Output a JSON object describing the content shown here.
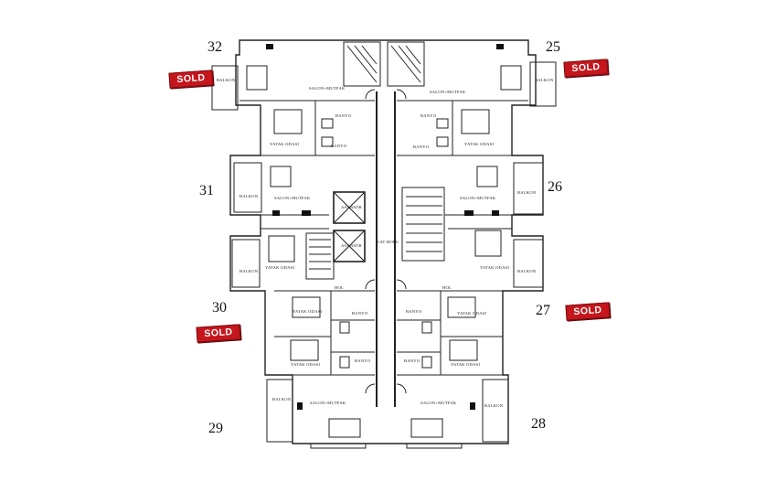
{
  "units": {
    "u32": "32",
    "u25": "25",
    "u31": "31",
    "u26": "26",
    "u30": "30",
    "u27": "27",
    "u29": "29",
    "u28": "28"
  },
  "sold_label": "SOLD",
  "rooms": {
    "balkon": "BALKON",
    "salon_mutfak": "SALON+MUTFAK",
    "banyo": "BANYO",
    "yatak_odasi": "YATAK ODASI",
    "hol": "HOL",
    "kat_holu": "KAT HOLU",
    "asansor": "ASANSÖR"
  },
  "colors": {
    "sold_red": "#c4161c",
    "line": "#222222"
  }
}
